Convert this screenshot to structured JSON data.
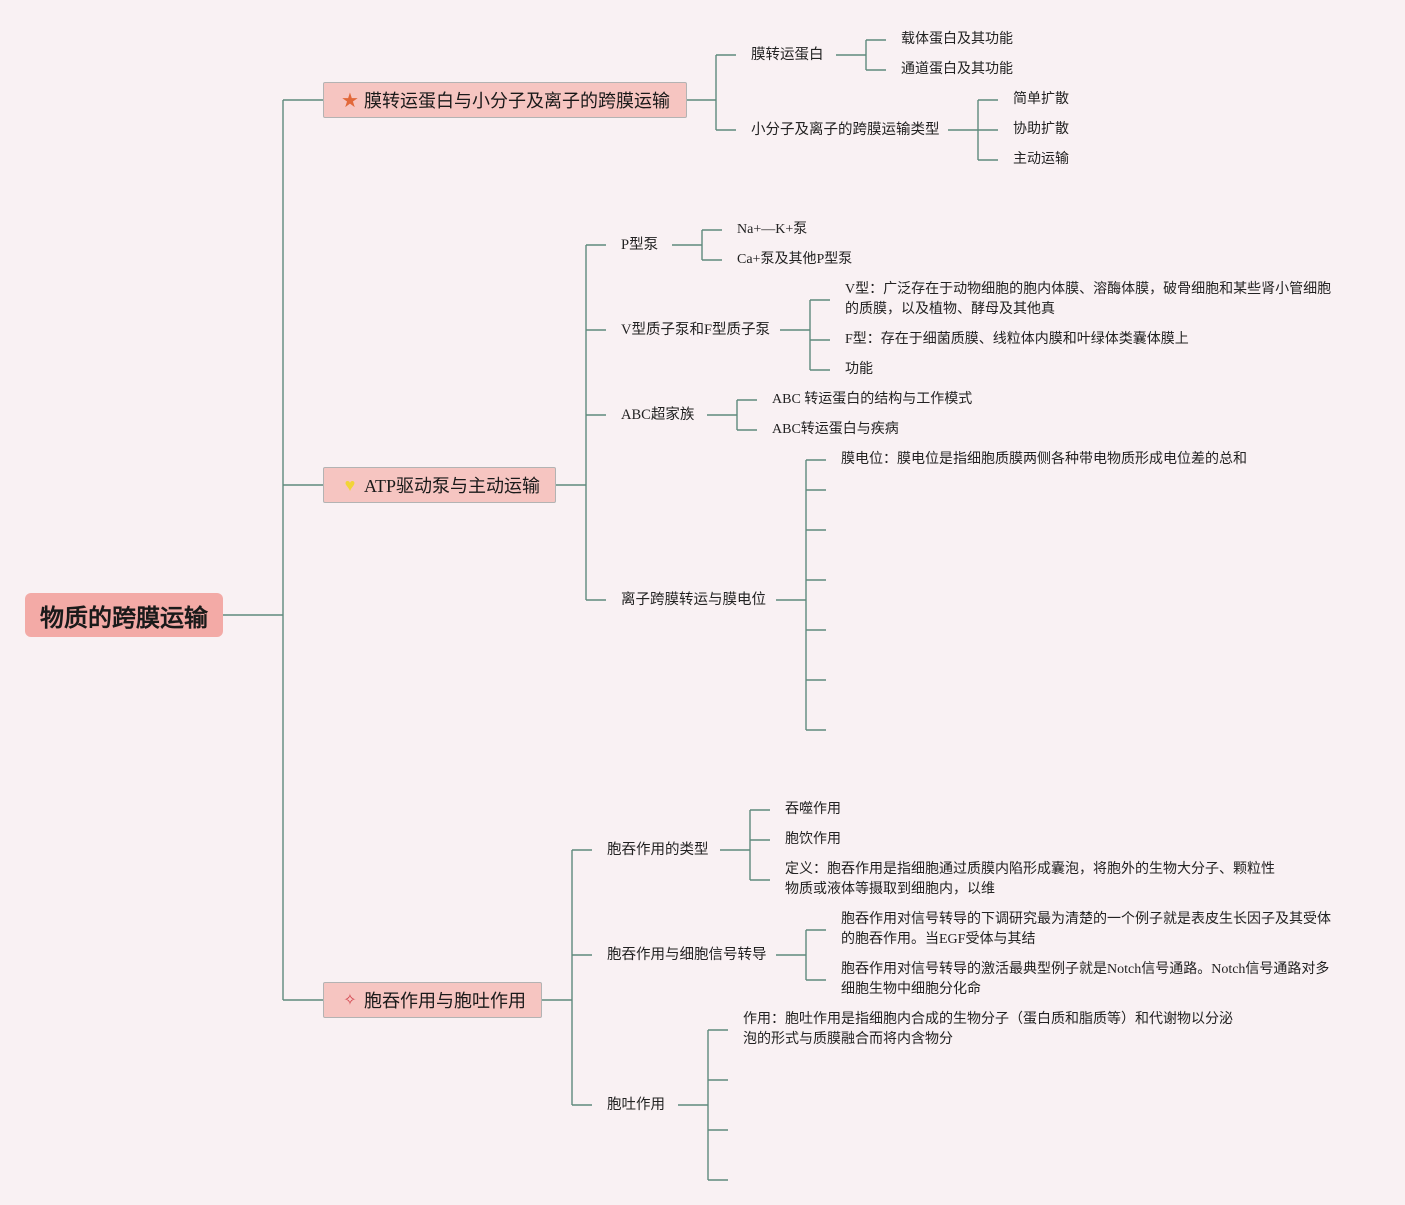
{
  "root": {
    "title": "物质的跨膜运输"
  },
  "branches": [
    {
      "label": "膜转运蛋白与小分子及离子的跨膜运输",
      "icon": "star-icon",
      "children": [
        {
          "label": "膜转运蛋白",
          "children": [
            "载体蛋白及其功能",
            "通道蛋白及其功能"
          ]
        },
        {
          "label": "小分子及离子的跨膜运输类型",
          "children": [
            "简单扩散",
            "协助扩散",
            "主动运输"
          ]
        }
      ]
    },
    {
      "label": "ATP驱动泵与主动运输",
      "icon": "heart-icon",
      "children": [
        {
          "label": "P型泵",
          "children": [
            "Na+—K+泵",
            "Ca+泵及其他P型泵"
          ]
        },
        {
          "label": "V型质子泵和F型质子泵",
          "children": [
            "V型：广泛存在于动物细胞的胞内体膜、溶酶体膜，破骨细胞和某些肾小管细胞的质膜，以及植物、酵母及其他真",
            "F型：存在于细菌质膜、线粒体内膜和叶绿体类囊体膜上",
            "功能"
          ]
        },
        {
          "label": "ABC超家族",
          "children": [
            "ABC 转运蛋白的结构与工作模式",
            "ABC转运蛋白与疾病"
          ]
        },
        {
          "label": "离子跨膜转运与膜电位",
          "children": [
            "膜电位：膜电位是指细胞质膜两侧各种带电物质形成电位差的总和"
          ]
        }
      ]
    },
    {
      "label": "胞吞作用与胞吐作用",
      "icon": "sparkle-icon",
      "children": [
        {
          "label": "胞吞作用的类型",
          "children": [
            "吞噬作用",
            "胞饮作用",
            "定义：胞吞作用是指细胞通过质膜内陷形成囊泡，将胞外的生物大分子、颗粒性物质或液体等摄取到细胞内，以维"
          ]
        },
        {
          "label": "胞吞作用与细胞信号转导",
          "children": [
            "胞吞作用对信号转导的下调研究最为清楚的一个例子就是表皮生长因子及其受体的胞吞作用。当EGF受体与其结",
            "胞吞作用对信号转导的激活最典型例子就是Notch信号通路。Notch信号通路对多细胞生物中细胞分化命"
          ]
        },
        {
          "label": "胞吐作用",
          "children": [
            "作用：胞吐作用是指细胞内合成的生物分子（蛋白质和脂质等）和代谢物以分泌泡的形式与质膜融合而将内含物分"
          ]
        }
      ]
    }
  ]
}
